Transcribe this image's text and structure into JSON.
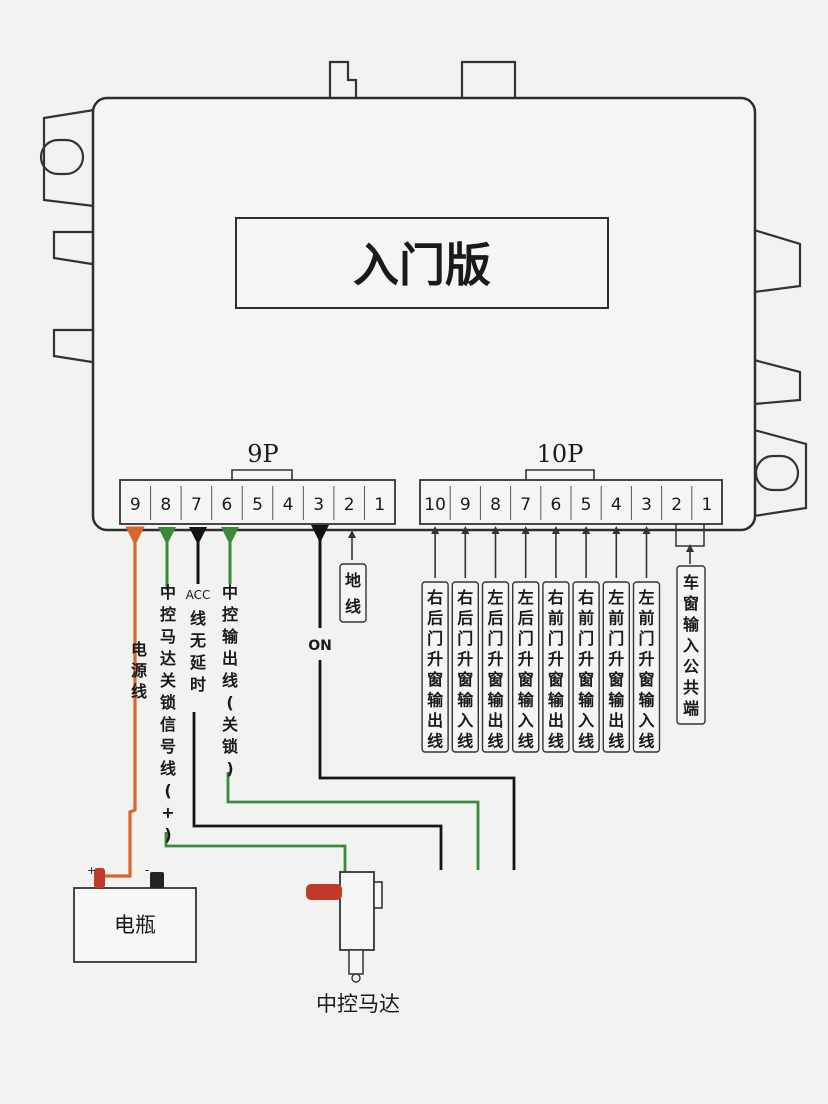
{
  "module": {
    "title": "入门版"
  },
  "connectors": {
    "left": {
      "label": "9P",
      "pins": [
        "9",
        "8",
        "7",
        "6",
        "5",
        "4",
        "3",
        "2",
        "1"
      ]
    },
    "right": {
      "label": "10P",
      "pins": [
        "10",
        "9",
        "8",
        "7",
        "6",
        "5",
        "4",
        "3",
        "2",
        "1"
      ]
    }
  },
  "wires": {
    "power": "电源线",
    "lock_signal": "中控马达关锁信号线(+)",
    "acc": "线无延时",
    "acc_prefix": "ACC",
    "output": "中控输出线(关锁)",
    "on": "ON",
    "ground": "地线"
  },
  "window_inputs": [
    {
      "pin": "10",
      "text": "右后门升窗输出线"
    },
    {
      "pin": "9",
      "text": "右后门升窗输入线"
    },
    {
      "pin": "8",
      "text": "左后门升窗输出线"
    },
    {
      "pin": "7",
      "text": "左后门升窗输入线"
    },
    {
      "pin": "6",
      "text": "右前门升窗输出线"
    },
    {
      "pin": "5",
      "text": "右前门升窗输入线"
    },
    {
      "pin": "4",
      "text": "左前门升窗输出线"
    },
    {
      "pin": "3",
      "text": "左前门升窗输入线"
    }
  ],
  "common": "车窗输入公共端",
  "battery": {
    "label": "电瓶",
    "plus": "+",
    "minus": "-"
  },
  "motor": {
    "label": "中控马达"
  },
  "colors": {
    "power": "#d9662f",
    "green": "#3a8a3a",
    "black": "#141414",
    "line": "#3a3a3a",
    "bg": "#f2f3f1"
  }
}
